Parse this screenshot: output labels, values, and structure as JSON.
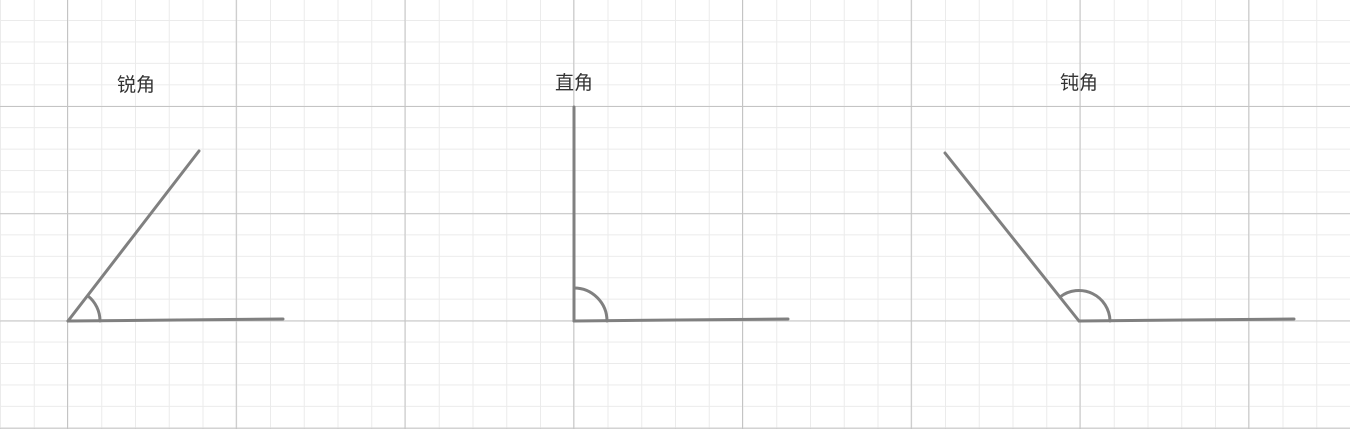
{
  "diagram": {
    "colors": {
      "line": "#808080",
      "label": "#333333"
    },
    "panels": [
      {
        "id": "acute",
        "label": "锐角"
      },
      {
        "id": "right",
        "label": "直角"
      },
      {
        "id": "obtuse",
        "label": "钝角"
      }
    ]
  }
}
